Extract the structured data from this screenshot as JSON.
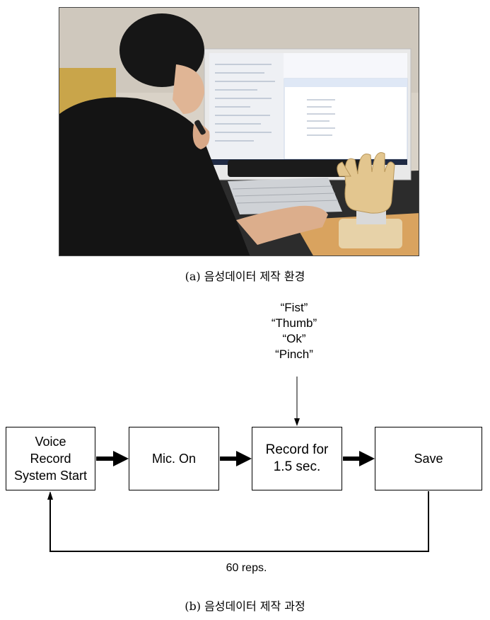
{
  "figure_a": {
    "caption": "(a) 음성데이터 제작 환경"
  },
  "figure_b": {
    "caption": "(b) 음성데이터 제작 과정",
    "command_words": [
      "“Fist”",
      "“Thumb”",
      "“Ok”",
      "“Pinch”"
    ],
    "steps": {
      "start": "Voice\nRecord\nSystem Start",
      "mic": "Mic. On",
      "record": "Record for\n1.5 sec.",
      "save": "Save"
    },
    "loop_label": "60 reps."
  }
}
